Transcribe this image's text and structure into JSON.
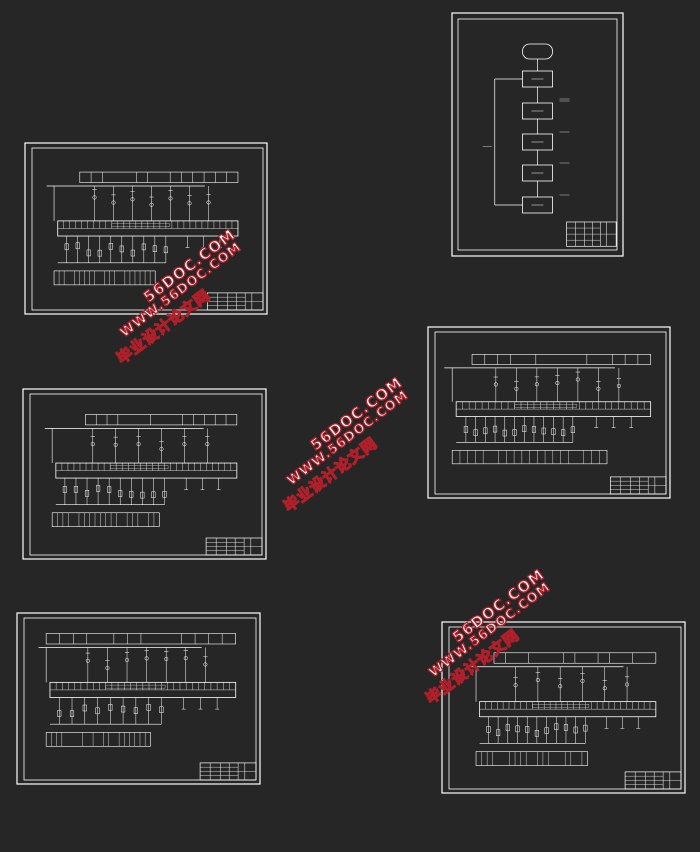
{
  "watermark": {
    "site_cn": "毕业设计论文网",
    "site_en": "56DOC.COM",
    "url": "WWW.56DOC.COM"
  },
  "colors": {
    "background": "#262626",
    "line": "#ffffff",
    "watermark_fill": "#ffffff",
    "watermark_stroke": "#b0202a"
  },
  "drawings": [
    {
      "id": "flowchart",
      "kind": "flowchart",
      "steps": 6
    },
    {
      "id": "ladder-1",
      "kind": "wiring-diagram"
    },
    {
      "id": "ladder-2",
      "kind": "wiring-diagram"
    },
    {
      "id": "ladder-3",
      "kind": "wiring-diagram"
    },
    {
      "id": "ladder-4",
      "kind": "wiring-diagram"
    },
    {
      "id": "ladder-5",
      "kind": "wiring-diagram"
    }
  ]
}
